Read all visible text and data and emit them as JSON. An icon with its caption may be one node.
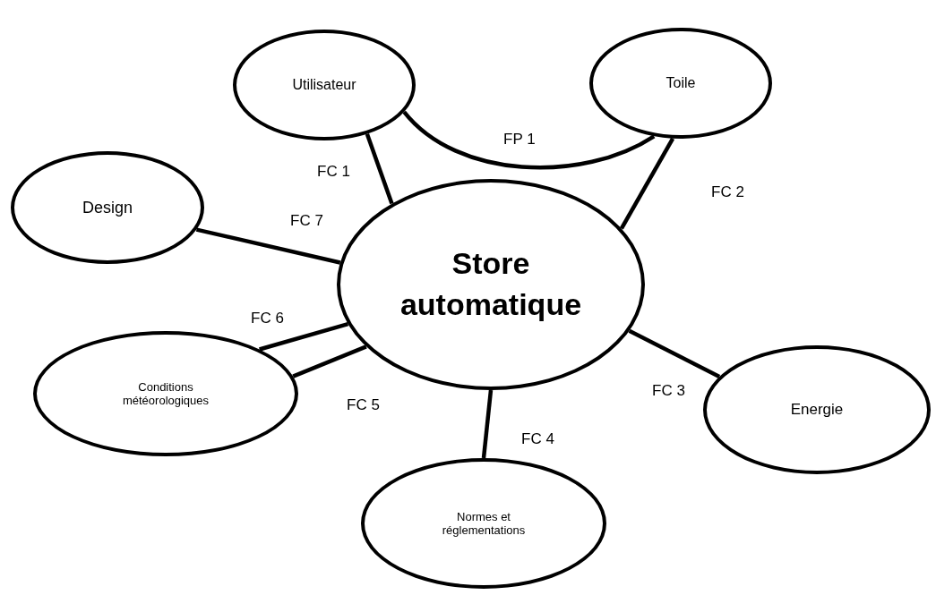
{
  "diagram": {
    "nodes": [
      {
        "text": [
          "Store automatique"
        ]
      },
      {
        "text": [
          "Utilisateur"
        ]
      },
      {
        "text": [
          "Toile"
        ]
      },
      {
        "text": [
          "Design"
        ]
      },
      {
        "text": [
          "Conditions météorologiques"
        ]
      },
      {
        "text": [
          "Normes et réglementations"
        ]
      },
      {
        "text": [
          "Energie"
        ]
      }
    ],
    "edges": [
      {
        "from": 1,
        "to": 0,
        "arrow": "none",
        "label": "FC 1"
      },
      {
        "from": 1,
        "to": 2,
        "arrow": "none",
        "label": "FP 1"
      },
      {
        "from": 2,
        "to": 0,
        "arrow": "none",
        "label": "FC 2"
      },
      {
        "from": 3,
        "to": 0,
        "arrow": "none",
        "label": "FC 7"
      },
      {
        "from": 4,
        "to": 0,
        "arrow": "none",
        "label": "FC 6"
      },
      {
        "from": 4,
        "to": 0,
        "arrow": "none",
        "label": "FC 5"
      },
      {
        "from": 5,
        "to": 0,
        "arrow": "none",
        "label": "FC 4"
      },
      {
        "from": 6,
        "to": 0,
        "arrow": "none",
        "label": "FC 3"
      }
    ]
  }
}
